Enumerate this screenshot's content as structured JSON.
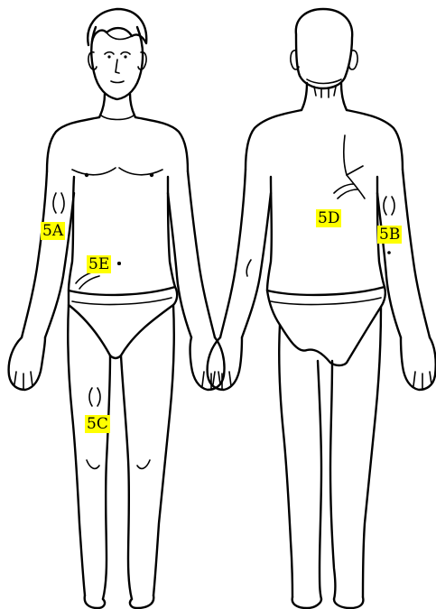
{
  "colors": {
    "highlight": "#ffff00",
    "outline": "#000000",
    "background": "#ffffff"
  },
  "views": [
    "front-view",
    "back-view"
  ],
  "labels": {
    "a": "5A",
    "b": "5B",
    "c": "5C",
    "d": "5D",
    "e": "5E"
  }
}
